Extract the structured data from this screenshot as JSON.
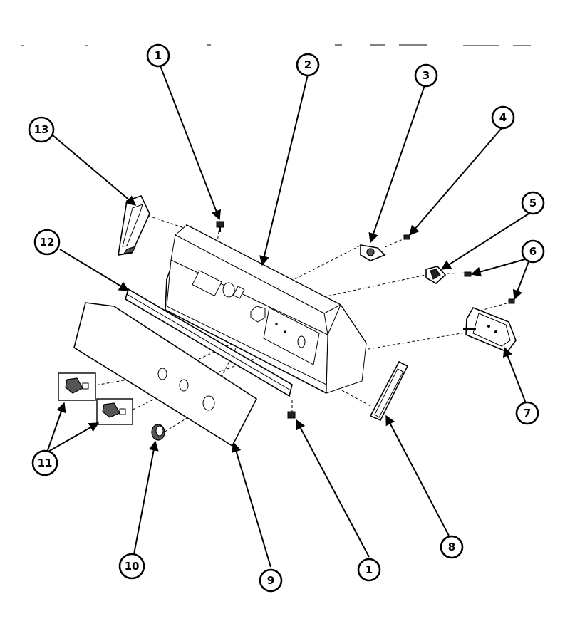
{
  "callouts": [
    {
      "id": "c1a",
      "label": "1"
    },
    {
      "id": "c2",
      "label": "2"
    },
    {
      "id": "c3",
      "label": "3"
    },
    {
      "id": "c4",
      "label": "4"
    },
    {
      "id": "c5",
      "label": "5"
    },
    {
      "id": "c6",
      "label": "6"
    },
    {
      "id": "c7",
      "label": "7"
    },
    {
      "id": "c8",
      "label": "8"
    },
    {
      "id": "c9",
      "label": "9"
    },
    {
      "id": "c10",
      "label": "10"
    },
    {
      "id": "c11",
      "label": "11"
    },
    {
      "id": "c12",
      "label": "12"
    },
    {
      "id": "c13",
      "label": "13"
    },
    {
      "id": "c1b",
      "label": "1"
    }
  ],
  "colors": {
    "ink": "#000000",
    "paper": "#ffffff"
  }
}
